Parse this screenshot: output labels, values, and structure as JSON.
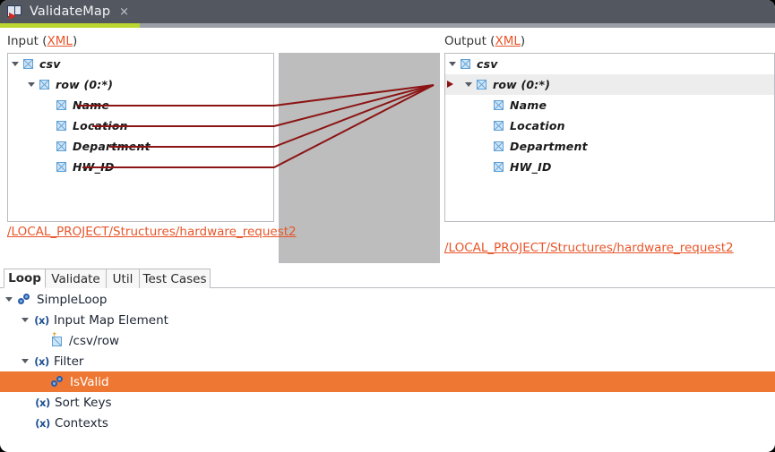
{
  "window": {
    "tab": {
      "label": "ValidateMap",
      "close": "×",
      "icon": "map-document-icon",
      "accent": "#bcd631",
      "titlebar_color": "#53575f"
    }
  },
  "input_section": {
    "label": "Input (",
    "link": "XML",
    "label_end": ")",
    "tree": [
      {
        "label": "csv",
        "depth": 0,
        "expander": "down",
        "checkbox": true,
        "selected": false
      },
      {
        "label": "row (0:*)",
        "depth": 1,
        "expander": "down",
        "checkbox": true,
        "selected": false
      },
      {
        "label": "Name",
        "depth": 2,
        "expander": "none",
        "checkbox": true,
        "selected": false
      },
      {
        "label": "Location",
        "depth": 2,
        "expander": "none",
        "checkbox": true,
        "selected": false
      },
      {
        "label": "Department",
        "depth": 2,
        "expander": "none",
        "checkbox": true,
        "selected": false
      },
      {
        "label": "HW_ID",
        "depth": 2,
        "expander": "none",
        "checkbox": true,
        "selected": false
      }
    ],
    "path": "/LOCAL_PROJECT/Structures/hardware_request2"
  },
  "output_section": {
    "label": "Output (",
    "link": "XML",
    "label_end": ")",
    "tree": [
      {
        "label": "csv",
        "depth": 0,
        "expander": "down",
        "checkbox": true,
        "selected": false,
        "marker": false
      },
      {
        "label": "row (0:*)",
        "depth": 1,
        "expander": "down",
        "checkbox": true,
        "selected": true,
        "marker": true
      },
      {
        "label": "Name",
        "depth": 2,
        "expander": "none",
        "checkbox": true,
        "selected": false,
        "marker": false
      },
      {
        "label": "Location",
        "depth": 2,
        "expander": "none",
        "checkbox": true,
        "selected": false,
        "marker": false
      },
      {
        "label": "Department",
        "depth": 2,
        "expander": "none",
        "checkbox": true,
        "selected": false,
        "marker": false
      },
      {
        "label": "HW_ID",
        "depth": 2,
        "expander": "none",
        "checkbox": true,
        "selected": false,
        "marker": false
      }
    ],
    "path": "/LOCAL_PROJECT/Structures/hardware_request2"
  },
  "mapping_grid": {
    "link_color": "#8c1414",
    "grid_color": "#bdbdbd",
    "links": [
      {
        "from": "Name",
        "to": "row (0:*)"
      },
      {
        "from": "Location",
        "to": "row (0:*)"
      },
      {
        "from": "Department",
        "to": "row (0:*)"
      },
      {
        "from": "HW_ID",
        "to": "row (0:*)"
      }
    ]
  },
  "bottom_tabs": {
    "items": [
      {
        "label": "Loop",
        "active": true
      },
      {
        "label": "Validate",
        "active": false
      },
      {
        "label": "Util",
        "active": false
      },
      {
        "label": "Test Cases",
        "active": false
      }
    ]
  },
  "bottom_tree": {
    "selected_color": "#ee7733",
    "items": [
      {
        "label": "SimpleLoop",
        "depth": 0,
        "expander": "down",
        "icon": "loop-chain-icon",
        "selected": false
      },
      {
        "label": "Input Map Element",
        "depth": 1,
        "expander": "down",
        "icon": "function-fx-icon",
        "selected": false
      },
      {
        "label": "/csv/row",
        "depth": 2,
        "expander": "none",
        "icon": "map-element-icon",
        "selected": false
      },
      {
        "label": "Filter",
        "depth": 1,
        "expander": "down",
        "icon": "function-fx-icon",
        "selected": false
      },
      {
        "label": "IsValid",
        "depth": 2,
        "expander": "none",
        "icon": "loop-chain-icon",
        "selected": true
      },
      {
        "label": "Sort Keys",
        "depth": 1,
        "expander": "none",
        "icon": "function-fx-icon",
        "selected": false
      },
      {
        "label": "Contexts",
        "depth": 1,
        "expander": "none",
        "icon": "function-fx-icon",
        "selected": false
      }
    ]
  }
}
